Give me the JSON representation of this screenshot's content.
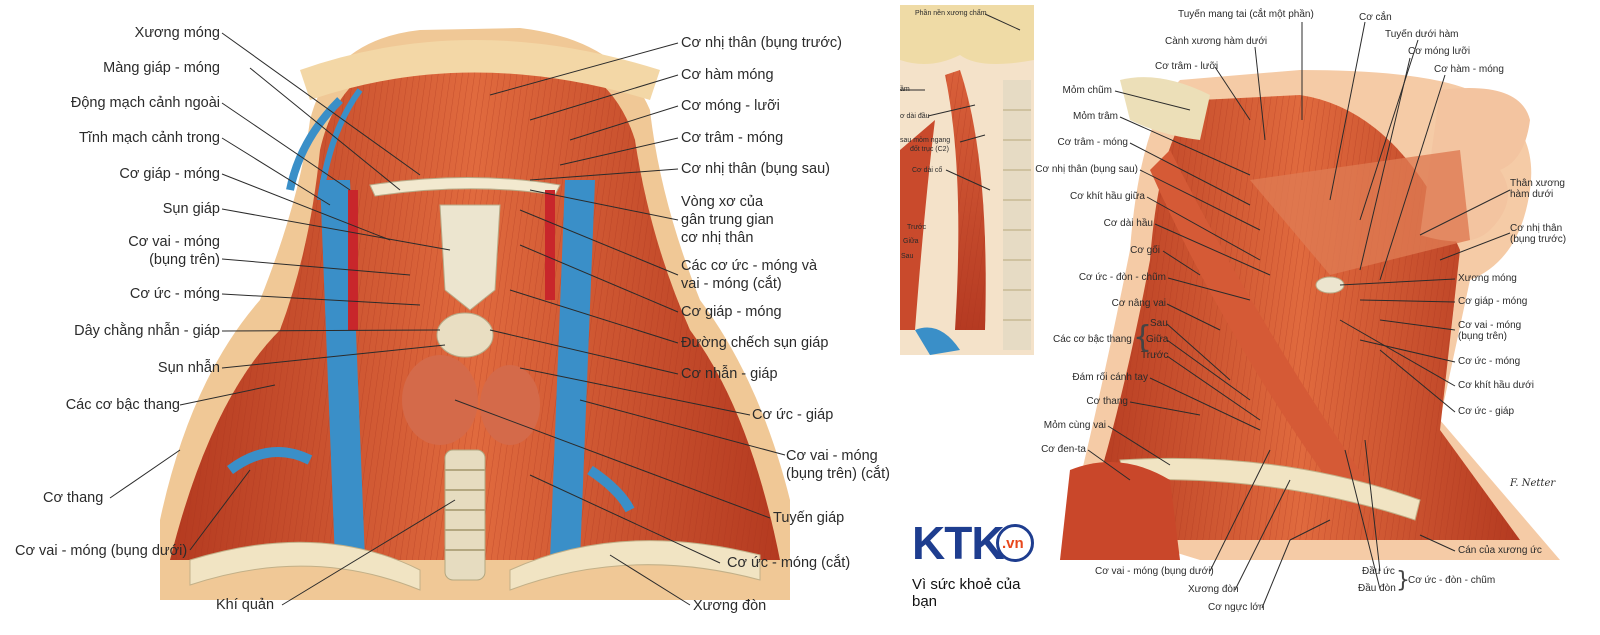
{
  "left_panel": {
    "labels_left": [
      "Xương móng",
      "Màng giáp - móng",
      "Động mạch cảnh ngoài",
      "Tĩnh mạch cảnh trong",
      "Cơ giáp - móng",
      "Sụn giáp",
      "Cơ vai - móng",
      "(bụng trên)",
      "Cơ ức - móng",
      "Dây chằng nhẫn - giáp",
      "Sụn nhẫn",
      "Các cơ bậc thang",
      "Cơ thang",
      "Cơ vai - móng (bụng dưới)",
      "Khí quản"
    ],
    "labels_right": [
      "Cơ nhị thân (bụng trước)",
      "Cơ hàm móng",
      "Cơ móng - lưỡi",
      "Cơ trâm - móng",
      "Cơ nhị thân (bụng sau)",
      "Vòng xơ của",
      "gân trung gian",
      "cơ nhị thân",
      "Các cơ ức - móng và",
      "vai - móng (cắt)",
      "Cơ giáp - móng",
      "Đường chếch sụn giáp",
      "Cơ nhẫn - giáp",
      "Cơ ức - giáp",
      "Cơ vai - móng",
      "(bụng trên) (cắt)",
      "Tuyến giáp",
      "Cơ ức - móng (cắt)",
      "Xương đòn"
    ]
  },
  "middle_panel": {
    "labels": [
      "Phần nền xương chẩm",
      "ầm",
      "ơ dài đầu",
      "sau mỏm ngang",
      "đốt trục (C2)",
      "Cơ dài cổ",
      "Trước",
      "Giữa",
      "Sau"
    ]
  },
  "right_panel": {
    "labels_top": [
      "Tuyến mang tai (cắt một phần)",
      "Cơ cắn",
      "Cành xương hàm dưới",
      "Tuyến dưới hàm",
      "Cơ móng lưỡi",
      "Cơ trâm - lưỡi",
      "Cơ hàm - móng"
    ],
    "labels_left": [
      "Mỏm chũm",
      "Mỏm trâm",
      "Cơ trâm - móng",
      "Cơ nhị thân (bụng sau)",
      "Cơ khít hầu giữa",
      "Cơ dài hầu",
      "Cơ gối",
      "Cơ ức - đòn - chũm",
      "Cơ nâng vai",
      "Sau",
      "Giữa",
      "Trước",
      "Các cơ bậc thang",
      "Đám rối cánh tay",
      "Cơ thang",
      "Mỏm cùng vai",
      "Cơ đen-ta"
    ],
    "labels_right": [
      "Thân xương",
      "hàm dưới",
      "Cơ nhị thân",
      "(bụng trước)",
      "Xương móng",
      "Cơ giáp - móng",
      "Cơ vai - móng",
      "(bụng trên)",
      "Cơ ức - móng",
      "Cơ khít hầu dưới",
      "Cơ ức - giáp",
      "Cán của xương ức"
    ],
    "labels_bottom": [
      "Cơ vai - móng (bụng dưới)",
      "Xương đòn",
      "Cơ ngực lớn",
      "Đầu ức",
      "Đầu đòn",
      "Cơ ức - đòn - chũm"
    ],
    "signature": "F. Netter"
  },
  "logo": {
    "brand": "KTK",
    "domain": ".vn",
    "tagline": "Vì sức khoẻ của bạn"
  },
  "colors": {
    "muscle": "#c9472a",
    "muscle_light": "#e0784f",
    "vessel_vein": "#3a8fc8",
    "artery": "#c8262b",
    "bone": "#efe6c8",
    "fat": "#f2c48a",
    "logo_blue": "#1e3d8f",
    "logo_green": "#7ab51d",
    "logo_orange": "#e8471c"
  }
}
